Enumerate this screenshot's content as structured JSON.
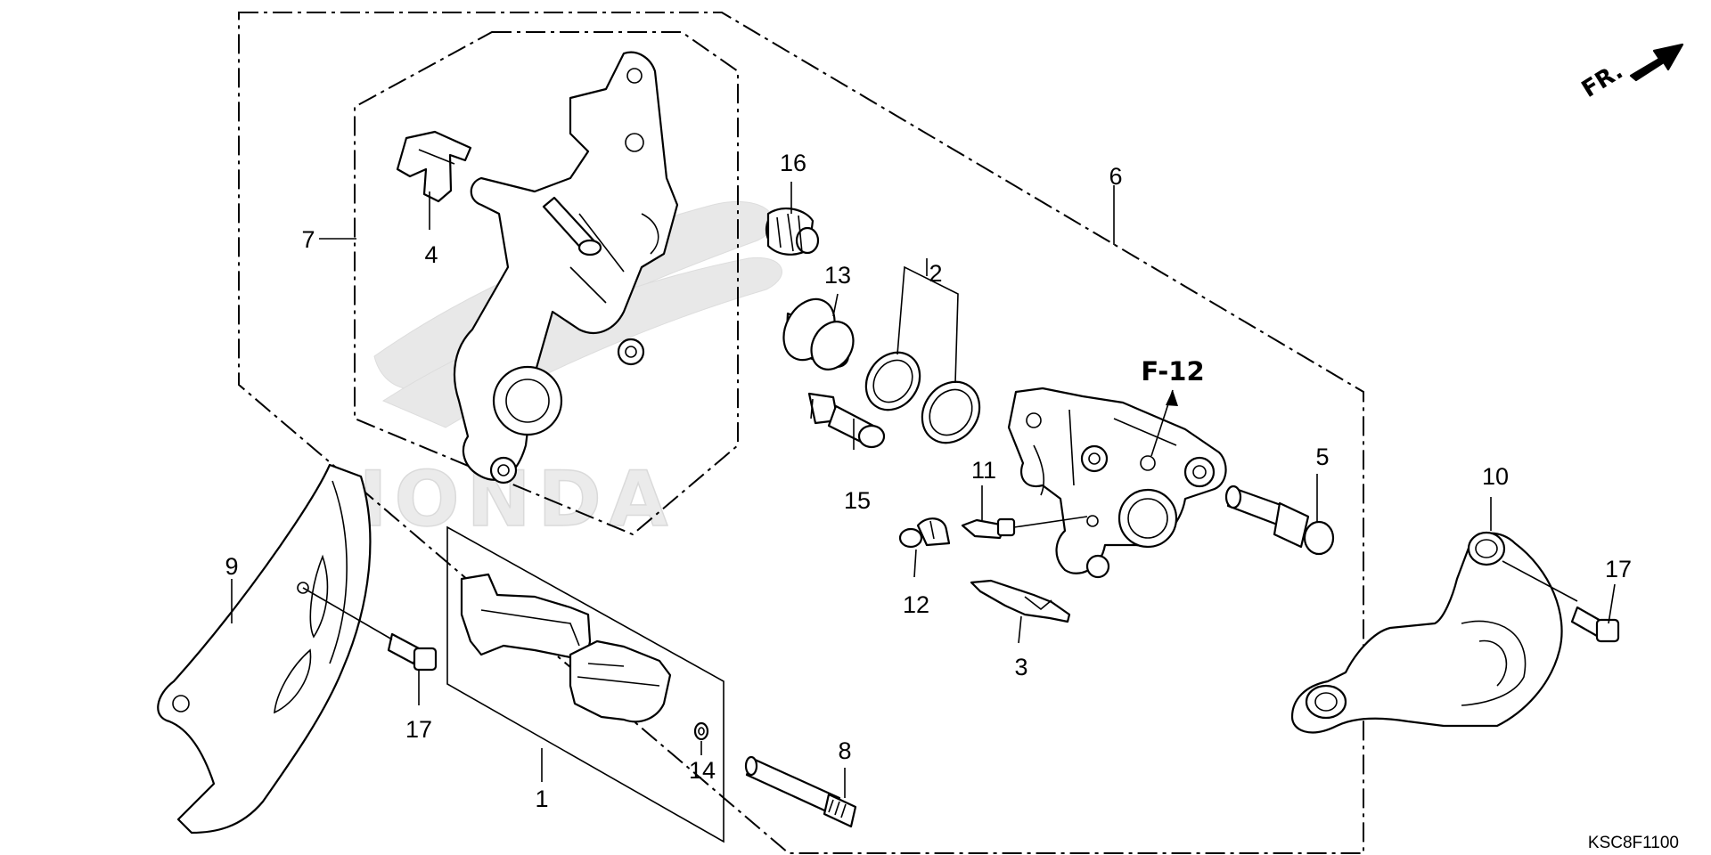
{
  "diagram": {
    "direction_label": "FR.",
    "reference_label": "F-12",
    "drawing_code": "KSC8F1100",
    "watermark": "HONDA",
    "callouts": {
      "c1": "1",
      "c2": "2",
      "c3": "3",
      "c4": "4",
      "c5": "5",
      "c6": "6",
      "c7": "7",
      "c8": "8",
      "c9": "9",
      "c10": "10",
      "c11": "11",
      "c12": "12",
      "c13": "13",
      "c14": "14",
      "c15": "15",
      "c16": "16",
      "c17a": "17",
      "c17b": "17"
    }
  }
}
